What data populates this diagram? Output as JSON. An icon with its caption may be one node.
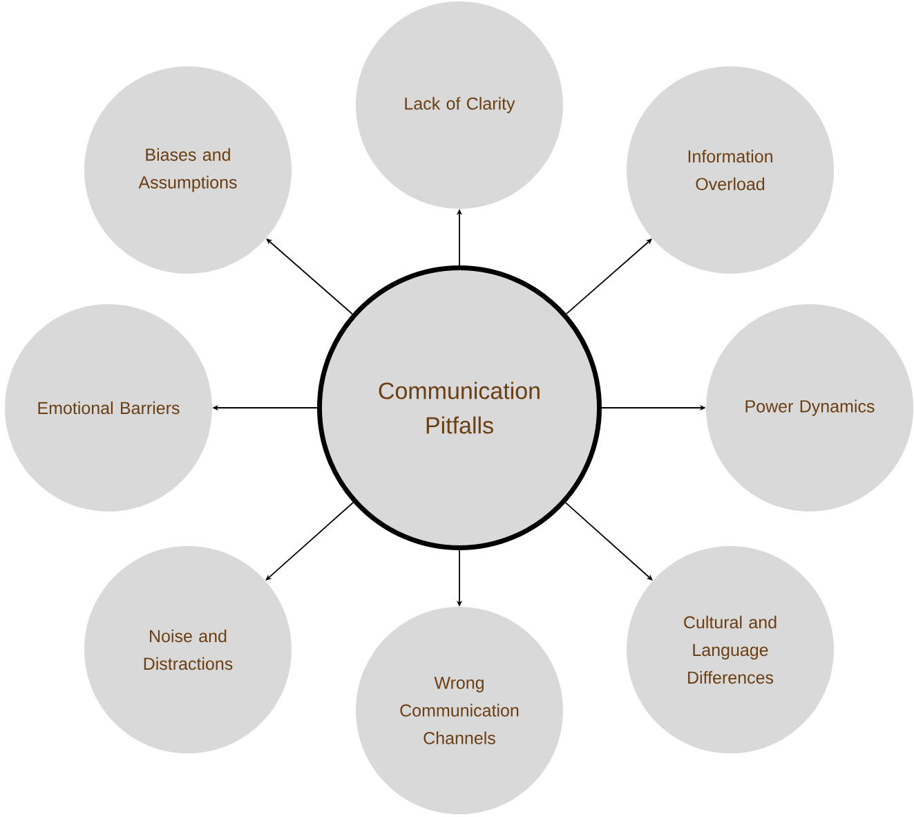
{
  "diagram": {
    "nodes": [
      {
        "text": [
          "Communication Pitfalls"
        ]
      },
      {
        "text": [
          "Lack of Clarity"
        ]
      },
      {
        "text": [
          "Biases and Assumptions"
        ]
      },
      {
        "text": [
          "Information Overload"
        ]
      },
      {
        "text": [
          "Emotional Barriers"
        ]
      },
      {
        "text": [
          "Power Dynamics"
        ]
      },
      {
        "text": [
          "Noise and Distractions"
        ]
      },
      {
        "text": [
          "Wrong Communication Channels"
        ]
      },
      {
        "text": [
          "Cultural and Language Differences"
        ]
      }
    ],
    "edges": [
      {
        "from": 0,
        "to": 1,
        "arrow": "to"
      },
      {
        "from": 0,
        "to": 2,
        "arrow": "to"
      },
      {
        "from": 0,
        "to": 3,
        "arrow": "to"
      },
      {
        "from": 0,
        "to": 4,
        "arrow": "to"
      },
      {
        "from": 0,
        "to": 5,
        "arrow": "to"
      },
      {
        "from": 0,
        "to": 6,
        "arrow": "to"
      },
      {
        "from": 0,
        "to": 7,
        "arrow": "to"
      },
      {
        "from": 0,
        "to": 8,
        "arrow": "to"
      }
    ]
  }
}
